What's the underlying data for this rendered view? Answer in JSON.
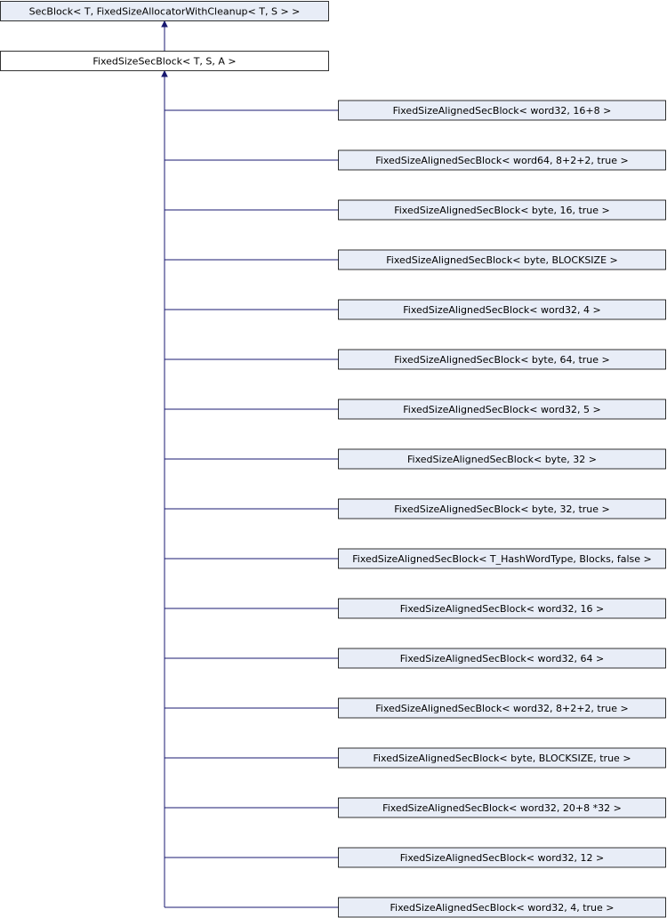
{
  "colors": {
    "node_fill": "#e8edf7",
    "current_fill": "#ffffff",
    "node_border": "#000000",
    "edge": "#191970"
  },
  "base_class": {
    "label": "SecBlock< T, FixedSizeAllocatorWithCleanup< T, S > >"
  },
  "current_class": {
    "label": "FixedSizeSecBlock< T, S, A >"
  },
  "derived_classes": [
    {
      "label": "FixedSizeAlignedSecBlock< word32, 16+8 >"
    },
    {
      "label": "FixedSizeAlignedSecBlock< word64, 8+2+2, true >"
    },
    {
      "label": "FixedSizeAlignedSecBlock< byte, 16, true >"
    },
    {
      "label": "FixedSizeAlignedSecBlock< byte, BLOCKSIZE >"
    },
    {
      "label": "FixedSizeAlignedSecBlock< word32, 4 >"
    },
    {
      "label": "FixedSizeAlignedSecBlock< byte, 64, true >"
    },
    {
      "label": "FixedSizeAlignedSecBlock< word32, 5 >"
    },
    {
      "label": "FixedSizeAlignedSecBlock< byte, 32 >"
    },
    {
      "label": "FixedSizeAlignedSecBlock< byte, 32, true >"
    },
    {
      "label": "FixedSizeAlignedSecBlock< T_HashWordType, Blocks, false >"
    },
    {
      "label": "FixedSizeAlignedSecBlock< word32, 16 >"
    },
    {
      "label": "FixedSizeAlignedSecBlock< word32, 64 >"
    },
    {
      "label": "FixedSizeAlignedSecBlock< word32, 8+2+2, true >"
    },
    {
      "label": "FixedSizeAlignedSecBlock< byte, BLOCKSIZE, true >"
    },
    {
      "label": "FixedSizeAlignedSecBlock< word32, 20+8 *32 >"
    },
    {
      "label": "FixedSizeAlignedSecBlock< word32, 12 >"
    },
    {
      "label": "FixedSizeAlignedSecBlock< word32, 4, true >"
    }
  ]
}
